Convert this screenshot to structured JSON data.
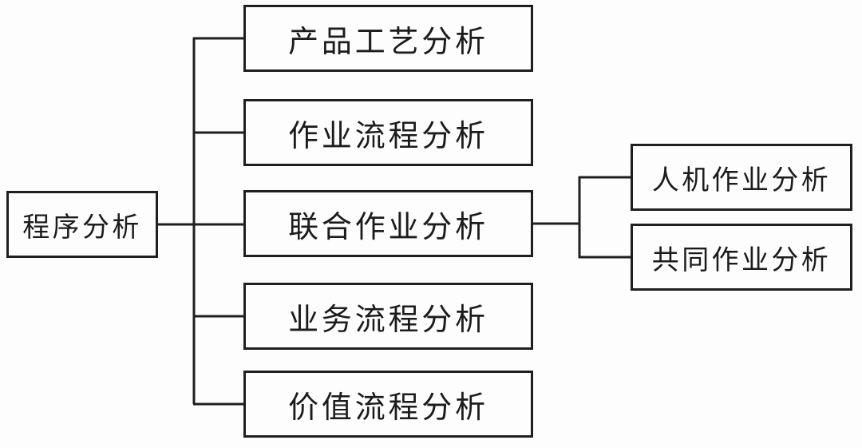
{
  "diagram": {
    "type": "tree",
    "orientation": "left-to-right",
    "colors": {
      "background": "#fdfdfd",
      "line": "#1f1f1f",
      "box_border": "#1f1f1f",
      "text": "#1c1c1c"
    },
    "root": {
      "label": "程序分析"
    },
    "level1": [
      {
        "label": "产品工艺分析"
      },
      {
        "label": "作业流程分析"
      },
      {
        "label": "联合作业分析"
      },
      {
        "label": "业务流程分析"
      },
      {
        "label": "价值流程分析"
      }
    ],
    "level2_parent": "联合作业分析",
    "level2": [
      {
        "label": "人机作业分析"
      },
      {
        "label": "共同作业分析"
      }
    ]
  }
}
